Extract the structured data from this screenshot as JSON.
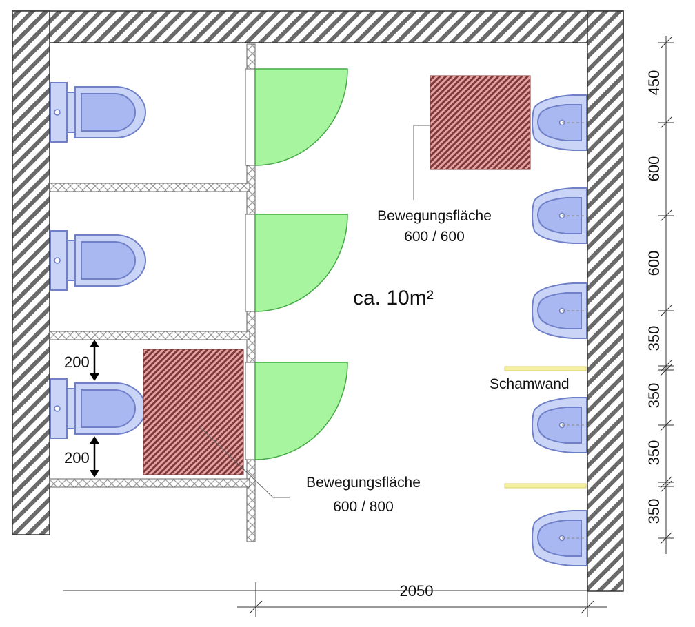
{
  "area_label": "ca. 10m²",
  "clearance_urinal": {
    "line1": "Bewegungsfläche",
    "line2": "600 / 600"
  },
  "clearance_toilet": {
    "line1": "Bewegungsfläche",
    "line2": "600 / 800"
  },
  "privacy_screen_label": "Schamwand",
  "toilet_spacing_top": "200",
  "toilet_spacing_bottom": "200",
  "width_dimension": "2050",
  "vertical_dimensions": [
    "450",
    "600",
    "600",
    "350",
    "350",
    "350",
    "350"
  ],
  "colors": {
    "wall_hatch": "#555555",
    "door_swing": "#a8f5a0",
    "clearance_fill": "#d98a8a",
    "fixture_fill": "#a9b8f0",
    "fixture_outline": "#6f7fc8",
    "privacy_screen": "#f4f0a0"
  }
}
